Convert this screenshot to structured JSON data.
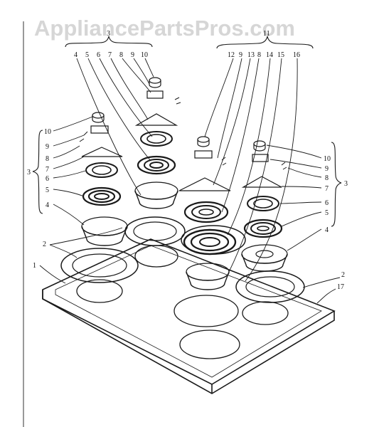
{
  "watermark": "AppliancePartsPros.com",
  "colors": {
    "ink": "#1a1a1a",
    "watermark": "#d6d6d6",
    "paper": "#ffffff"
  },
  "labels": {
    "top_left_group": "3",
    "top_left_parts": [
      "4",
      "5",
      "6",
      "7",
      "8",
      "9",
      "10"
    ],
    "top_right_group": "11",
    "top_right_parts": [
      "12",
      "9",
      "13",
      "8",
      "14",
      "15",
      "16"
    ],
    "left_side": [
      "10",
      "9",
      "8",
      "7",
      "6",
      "5",
      "4"
    ],
    "left_group": "3",
    "right_side": [
      "10",
      "9",
      "8",
      "7",
      "6",
      "5",
      "4"
    ],
    "right_group": "3",
    "trim_ring_left": "2",
    "cooktop": "1",
    "trim_ring_right": "2",
    "top_panel": "17"
  }
}
